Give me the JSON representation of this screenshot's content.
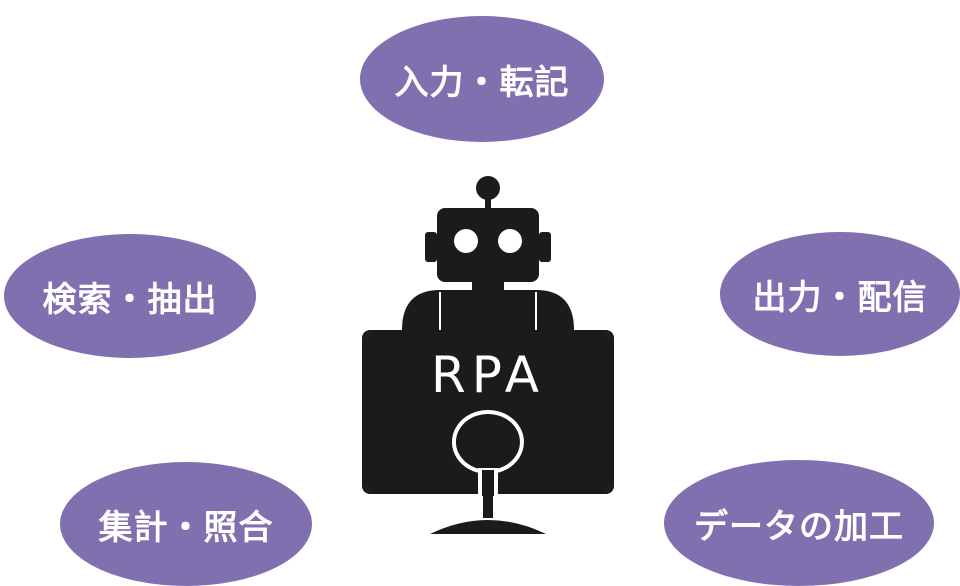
{
  "colors": {
    "bubble": "#8070b0",
    "ink": "#1c1a1a",
    "text": "#ffffff"
  },
  "bubbles": {
    "top": "入力・転記",
    "left": "検索・抽出",
    "right": "出力・配信",
    "bottom_left": "集計・照合",
    "bottom_right": "データの加工"
  },
  "monitor": {
    "label": "RPA"
  }
}
